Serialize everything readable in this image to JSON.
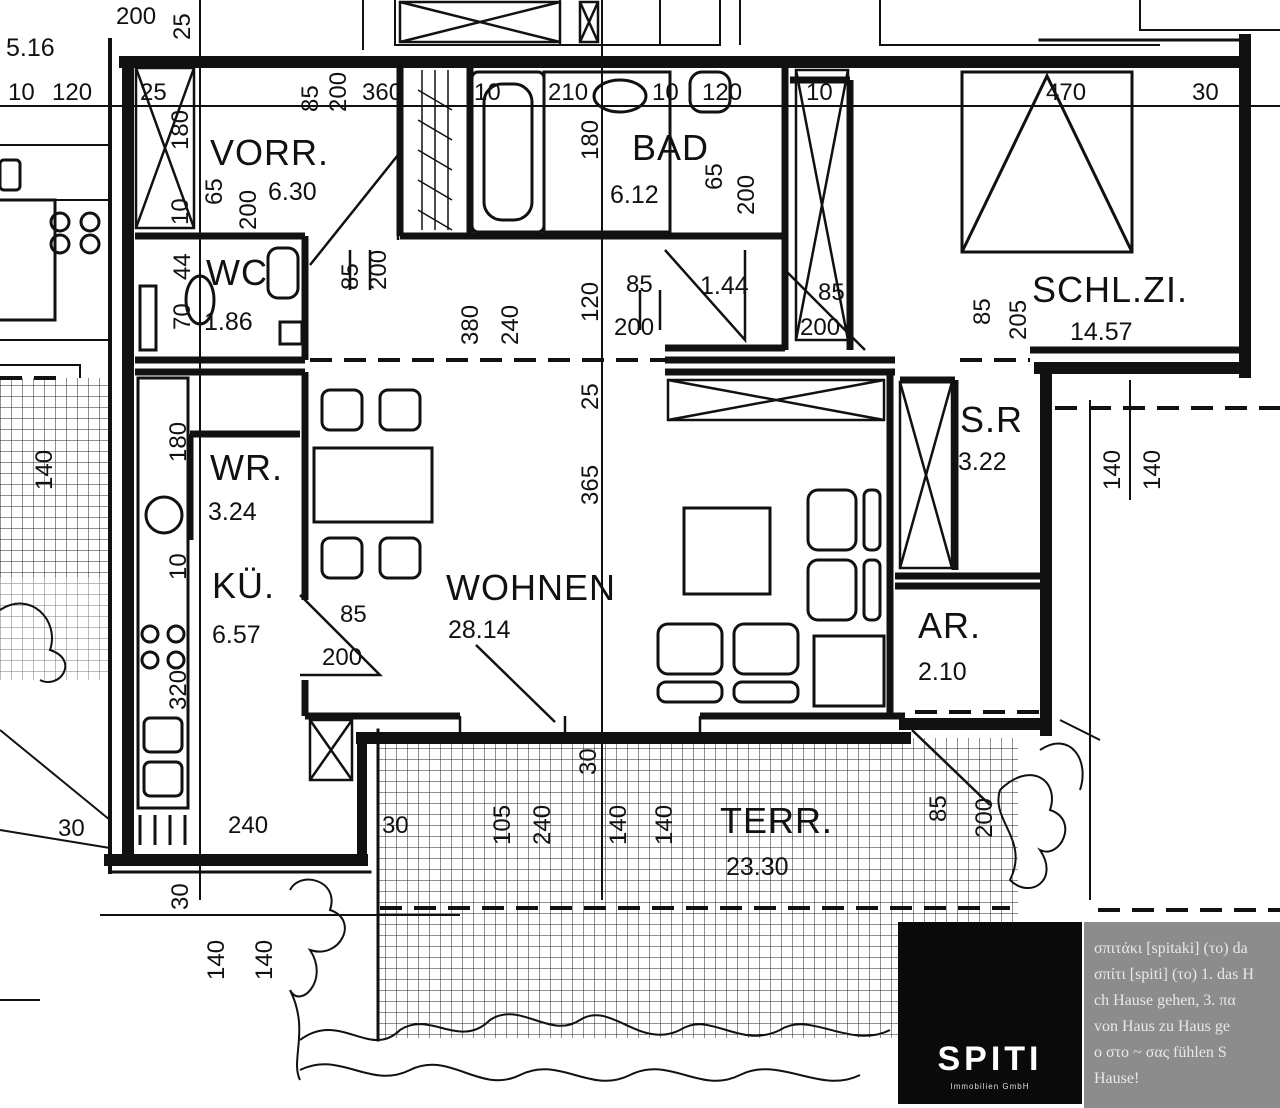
{
  "rooms": {
    "vorr": {
      "name": "VORR.",
      "area": "6.30"
    },
    "bad": {
      "name": "BAD",
      "area": "6.12"
    },
    "wc": {
      "name": "WC",
      "area": "1.86"
    },
    "schl": {
      "name": "SCHL.ZI.",
      "area": "14.57"
    },
    "wr": {
      "name": "WR.",
      "area": "3.24"
    },
    "sr": {
      "name": "S.R",
      "area": "3.22"
    },
    "ku": {
      "name": "KÜ.",
      "area": "6.57"
    },
    "wohnen": {
      "name": "WOHNEN",
      "area": "28.14"
    },
    "ar": {
      "name": "AR.",
      "area": "2.10"
    },
    "terr": {
      "name": "TERR.",
      "area": "23.30"
    },
    "flur": {
      "area": "1.44"
    },
    "top": {
      "area": "5.16"
    }
  },
  "dims": {
    "d200": "200",
    "d25": "25",
    "d10": "10",
    "d120": "120",
    "d85": "85",
    "d360": "360",
    "d210": "210",
    "d470": "470",
    "d30": "30",
    "d180": "180",
    "d65": "65",
    "d44": "44",
    "d70": "70",
    "d380": "380",
    "d240": "240",
    "d205": "205",
    "d140": "140",
    "d365": "365",
    "d320": "320",
    "d105": "105"
  },
  "logo": {
    "word": "SPITI",
    "sub": "Immobilien GmbH"
  },
  "dictionary": {
    "lines": [
      "σπιτάκι [spitaki] (το) da",
      "σπίτι [spiti] (το) 1. das H",
      "ch Hause gehen, 3. πα",
      "von Haus zu Haus ge",
      "ο στο ~ σας fühlen S",
      "Hause!"
    ]
  }
}
